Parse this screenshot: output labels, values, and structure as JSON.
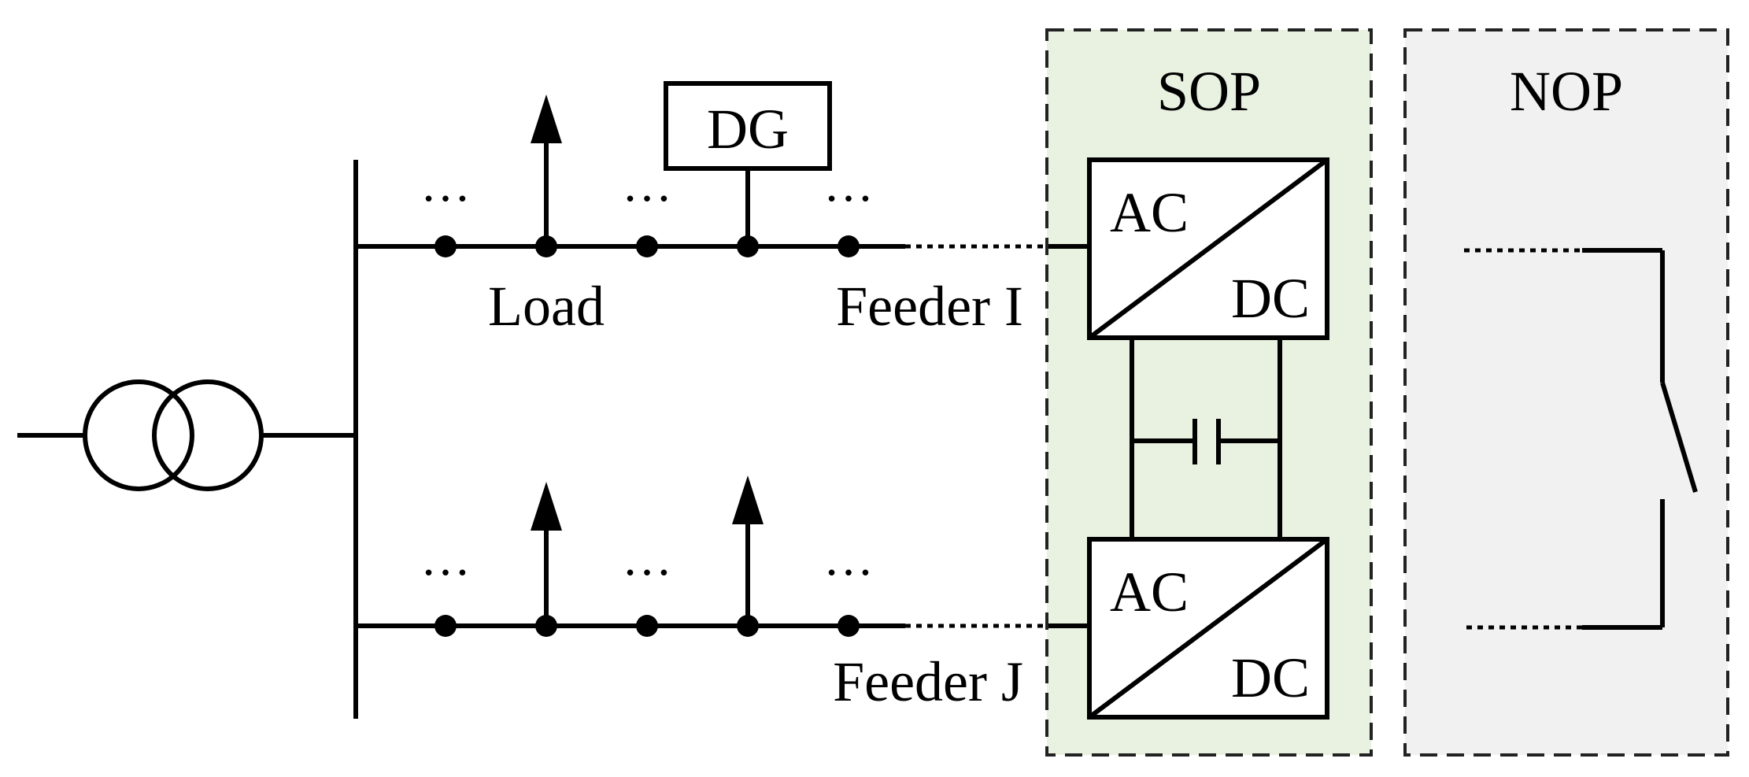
{
  "labels": {
    "dg": "DG",
    "load": "Load",
    "feeder_i": "Feeder I",
    "feeder_j": "Feeder J",
    "sop": "SOP",
    "nop": "NOP",
    "converter_top_ac": "AC",
    "converter_top_dc": "DC",
    "converter_bottom_ac": "AC",
    "converter_bottom_dc": "DC",
    "ellipsis": "…"
  },
  "colors": {
    "sop_fill": "#e9f2e0",
    "nop_fill": "#f1f1f1",
    "stroke": "#000000"
  }
}
